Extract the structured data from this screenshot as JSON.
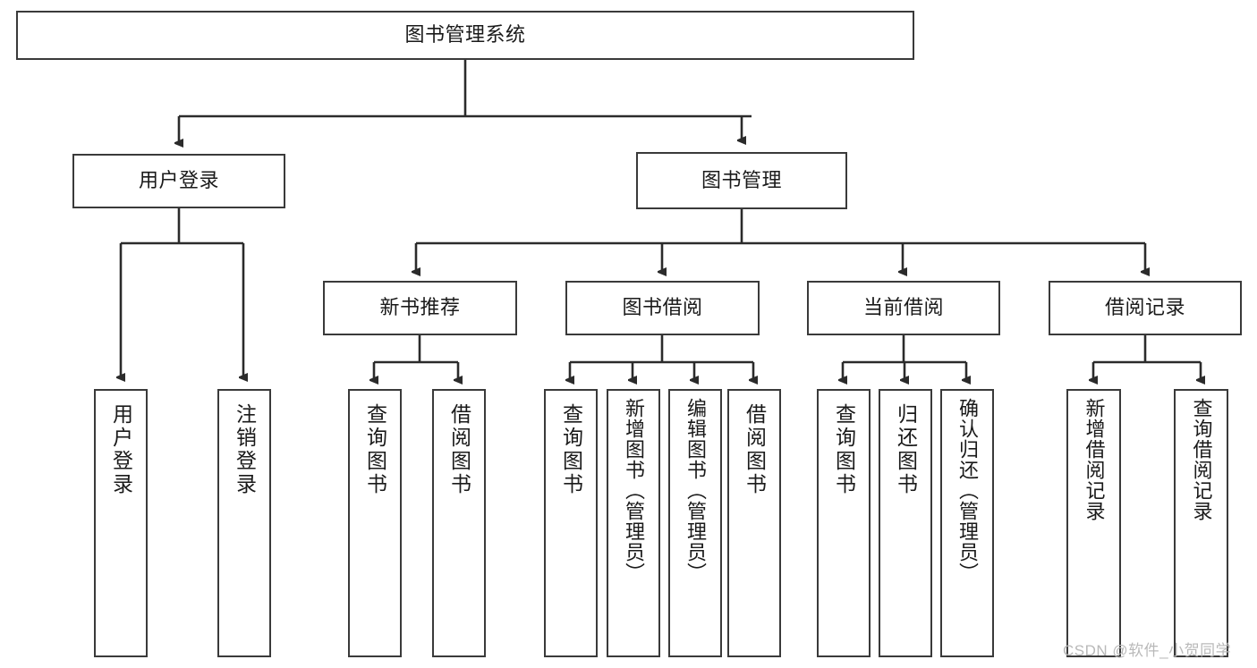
{
  "diagram": {
    "title": "图书管理系统",
    "watermark": "CSDN @软件_小贺同学",
    "colors": {
      "background": "#ffffff",
      "box_border": "#3a3a3a",
      "edge": "#2b2b2b",
      "text": "#1a1a1a",
      "watermark": "#b9b9b9"
    },
    "nodes": {
      "root": {
        "label": "图书管理系统",
        "orientation": "horizontal"
      },
      "user_login": {
        "label": "用户登录",
        "orientation": "horizontal"
      },
      "book_manage": {
        "label": "图书管理",
        "orientation": "horizontal"
      },
      "new_book_rec": {
        "label": "新书推荐",
        "orientation": "horizontal"
      },
      "book_borrow": {
        "label": "图书借阅",
        "orientation": "horizontal"
      },
      "current_borrow": {
        "label": "当前借阅",
        "orientation": "horizontal"
      },
      "borrow_record": {
        "label": "借阅记录",
        "orientation": "horizontal"
      },
      "leaf_user_login": {
        "label": "用户登录",
        "orientation": "vertical"
      },
      "leaf_logout": {
        "label": "注销登录",
        "orientation": "vertical"
      },
      "leaf_query_book_1": {
        "label": "查询图书",
        "orientation": "vertical"
      },
      "leaf_borrow_book_1": {
        "label": "借阅图书",
        "orientation": "vertical"
      },
      "leaf_query_book_2": {
        "label": "查询图书",
        "orientation": "vertical"
      },
      "leaf_add_book": {
        "label": "新增图书（管理员）",
        "orientation": "vertical"
      },
      "leaf_edit_book": {
        "label": "编辑图书（管理员）",
        "orientation": "vertical"
      },
      "leaf_borrow_book_2": {
        "label": "借阅图书",
        "orientation": "vertical"
      },
      "leaf_query_book_3": {
        "label": "查询图书",
        "orientation": "vertical"
      },
      "leaf_return_book": {
        "label": "归还图书",
        "orientation": "vertical"
      },
      "leaf_confirm_return": {
        "label": "确认归还（管理员）",
        "orientation": "vertical"
      },
      "leaf_add_record": {
        "label": "新增借阅记录",
        "orientation": "vertical"
      },
      "leaf_query_record": {
        "label": "查询借阅记录",
        "orientation": "vertical"
      }
    },
    "hierarchy": {
      "level_1": [
        "用户登录",
        "图书管理"
      ],
      "level_2": [
        "新书推荐",
        "图书借阅",
        "当前借阅",
        "借阅记录"
      ],
      "leaves_user_login": [
        "用户登录",
        "注销登录"
      ],
      "leaves_new_book_rec": [
        "查询图书",
        "借阅图书"
      ],
      "leaves_book_borrow": [
        "查询图书",
        "新增图书（管理员）",
        "编辑图书（管理员）",
        "借阅图书"
      ],
      "leaves_current_borrow": [
        "查询图书",
        "归还图书",
        "确认归还（管理员）"
      ],
      "leaves_borrow_record": [
        "新增借阅记录",
        "查询借阅记录"
      ]
    }
  }
}
